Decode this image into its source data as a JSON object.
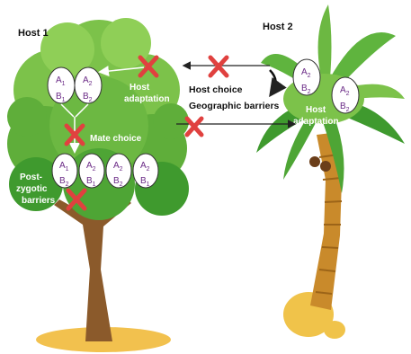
{
  "hosts": {
    "host1_label": "Host 1",
    "host2_label": "Host 2"
  },
  "barriers": {
    "host_adaptation_1": [
      "Host",
      "adaptation"
    ],
    "mate_choice": "Mate choice",
    "post_zygotic": [
      "Post-",
      "zygotic",
      "barriers"
    ],
    "host_choice": "Host choice",
    "geographic": "Geographic barriers",
    "host_adaptation_2": [
      "Host",
      "adaptation"
    ]
  },
  "genotypes": {
    "host1_parents": [
      {
        "a": "A",
        "a_sub": "1",
        "b": "B",
        "b_sub": "1"
      },
      {
        "a": "A",
        "a_sub": "2",
        "b": "B",
        "b_sub": "2"
      }
    ],
    "host1_offspring": [
      {
        "a": "A",
        "a_sub": "1",
        "b": "B",
        "b_sub": "2"
      },
      {
        "a": "A",
        "a_sub": "2",
        "b": "B",
        "b_sub": "1"
      },
      {
        "a": "A",
        "a_sub": "2",
        "b": "B",
        "b_sub": "2"
      },
      {
        "a": "A",
        "a_sub": "2",
        "b": "B",
        "b_sub": "1"
      }
    ],
    "host2": [
      {
        "a": "A",
        "a_sub": "2",
        "b": "B",
        "b_sub": "2"
      },
      {
        "a": "A",
        "a_sub": "2",
        "b": "B",
        "b_sub": "2"
      }
    ]
  },
  "colors": {
    "a_allele": "#6a2a86",
    "b_allele": "#6a2a86",
    "cross": "#e0413f",
    "foliage_dark": "#3f9a2e",
    "foliage_light": "#7cc24a",
    "trunk": "#8b5a2b",
    "palm_trunk": "#c98a2b",
    "sand": "#f2c14e"
  }
}
